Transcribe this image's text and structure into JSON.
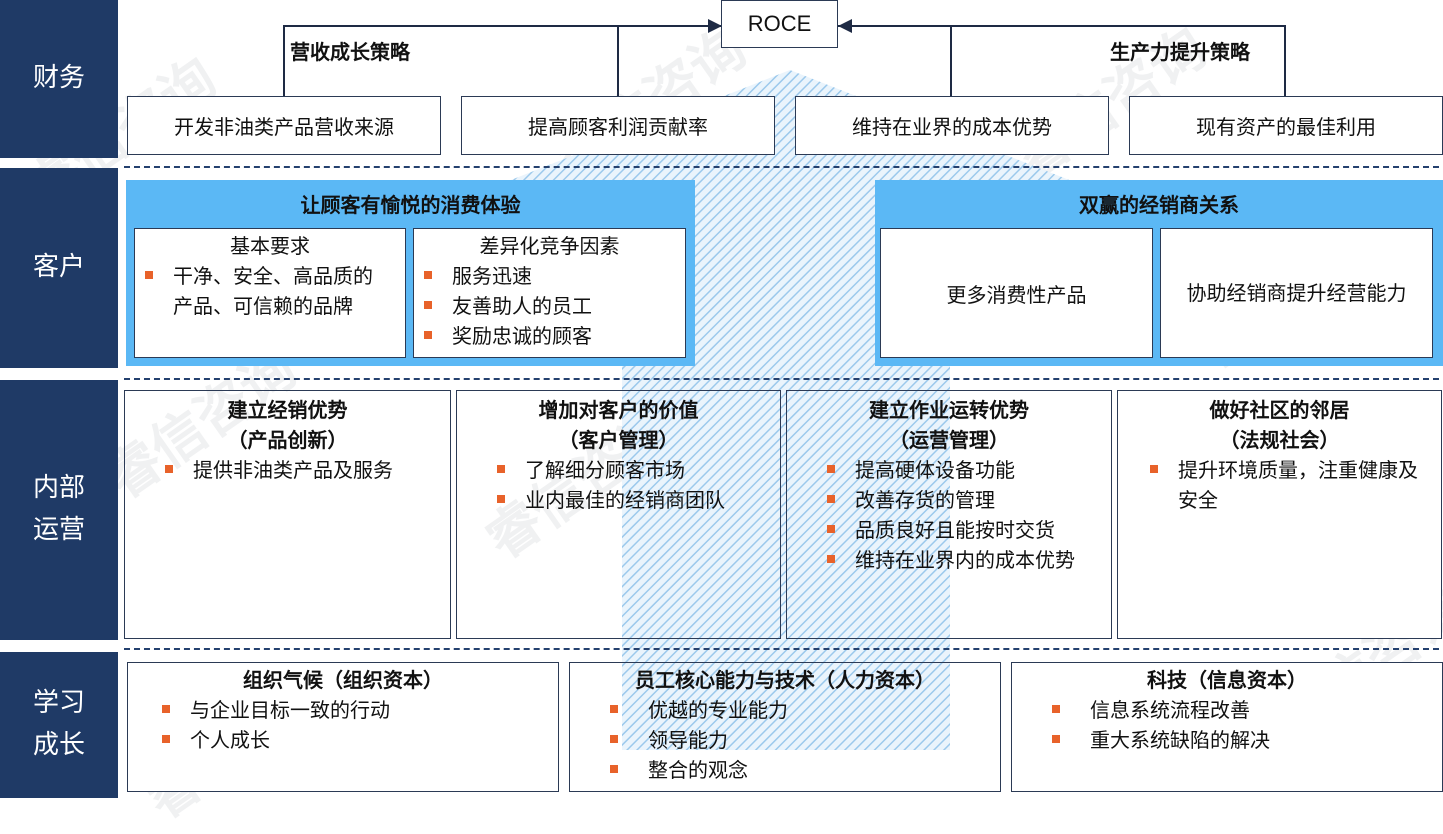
{
  "top": {
    "roce": "ROCE"
  },
  "strategies": {
    "left": "营收成长策略",
    "right": "生产力提升策略"
  },
  "rows": {
    "finance": "财务",
    "customer": "客户",
    "internal": "内部\n运营",
    "learning": "学习\n成长"
  },
  "finance_boxes": [
    "开发非油类产品营收来源",
    "提高顾客利润贡献率",
    "维持在业界的成本优势",
    "现有资产的最佳利用"
  ],
  "customer": {
    "left_title": "让顾客有愉悦的消费体验",
    "basic": {
      "title": "基本要求",
      "items": [
        "干净、安全、高品质的产品、可信赖的品牌"
      ]
    },
    "diff": {
      "title": "差异化竞争因素",
      "items": [
        "服务迅速",
        "友善助人的员工",
        "奖励忠诚的顾客"
      ]
    },
    "right_title": "双赢的经销商关系",
    "right_boxes": [
      "更多消费性产品",
      "协助经销商提升经营能力"
    ]
  },
  "internal_boxes": [
    {
      "title1": "建立经销优势",
      "title2": "（产品创新）",
      "items": [
        "提供非油类产品及服务"
      ]
    },
    {
      "title1": "增加对客户的价值",
      "title2": "（客户管理）",
      "items": [
        "了解细分顾客市场",
        "业内最佳的经销商团队"
      ]
    },
    {
      "title1": "建立作业运转优势",
      "title2": "（运营管理）",
      "items": [
        "提高硬体设备功能",
        "改善存货的管理",
        "品质良好且能按时交货",
        "维持在业界内的成本优势"
      ]
    },
    {
      "title1": "做好社区的邻居",
      "title2": "（法规社会）",
      "items": [
        "提升环境质量，注重健康及安全"
      ]
    }
  ],
  "learning_boxes": [
    {
      "title": "组织气候（组织资本）",
      "items": [
        "与企业目标一致的行动",
        "个人成长"
      ]
    },
    {
      "title": "员工核心能力与技术（人力资本）",
      "items": [
        "优越的专业能力",
        "领导能力",
        "整合的观念"
      ]
    },
    {
      "title": "科技（信息资本）",
      "items": [
        "信息系统流程改善",
        "重大系统缺陷的解决"
      ]
    }
  ],
  "watermark": "睿信咨询",
  "colors": {
    "label_bg": "#1f3a66",
    "band": "#5bb8f5",
    "bullet": "#e8622a",
    "arrow": "#9cc9ec"
  }
}
